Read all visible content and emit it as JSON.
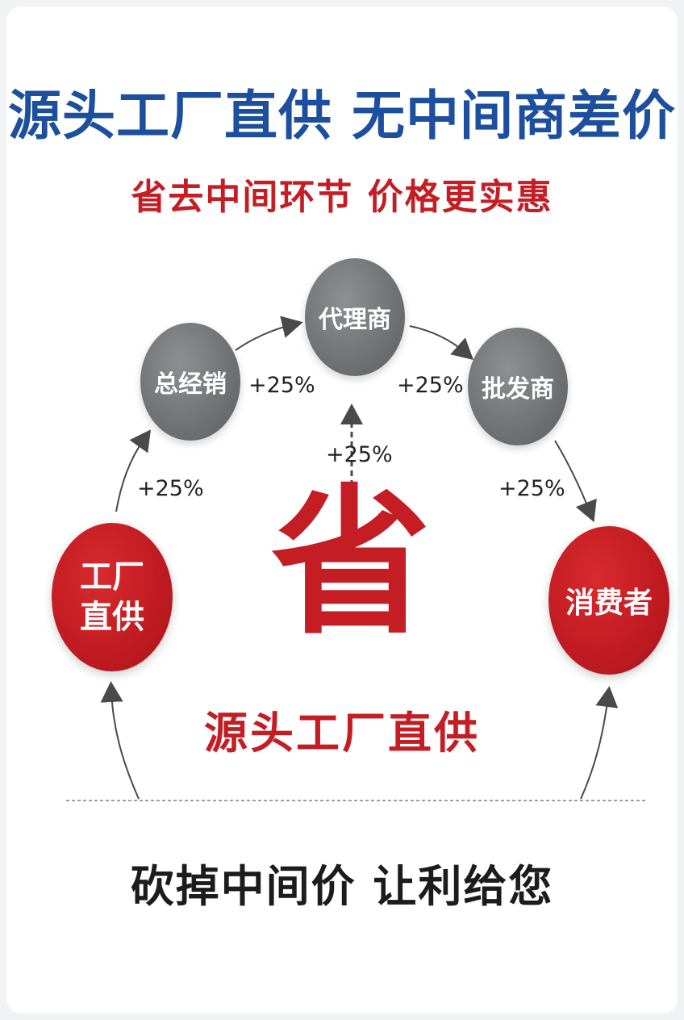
{
  "header": {
    "title": "源头工厂直供 无中间商差价",
    "subtitle": "省去中间环节 价格更实惠"
  },
  "diagram": {
    "nodes": {
      "factory": "工厂\n直供",
      "general_distributor": "总经销",
      "agent": "代理商",
      "wholesaler": "批发商",
      "consumer": "消费者"
    },
    "markups": {
      "factory_to_general": "+25%",
      "general_to_agent": "+25%",
      "agent_to_wholesaler": "+25%",
      "wholesaler_to_consumer": "+25%",
      "center": "+25%"
    },
    "center_char": "省",
    "center_tagline": "源头工厂直供"
  },
  "footer": {
    "slogan": "砍掉中间价 让利给您"
  },
  "colors": {
    "title_blue": "#1c4f9e",
    "accent_red": "#c41d24",
    "node_gray": "#6f7173",
    "text_dark": "#1c1c1c"
  }
}
